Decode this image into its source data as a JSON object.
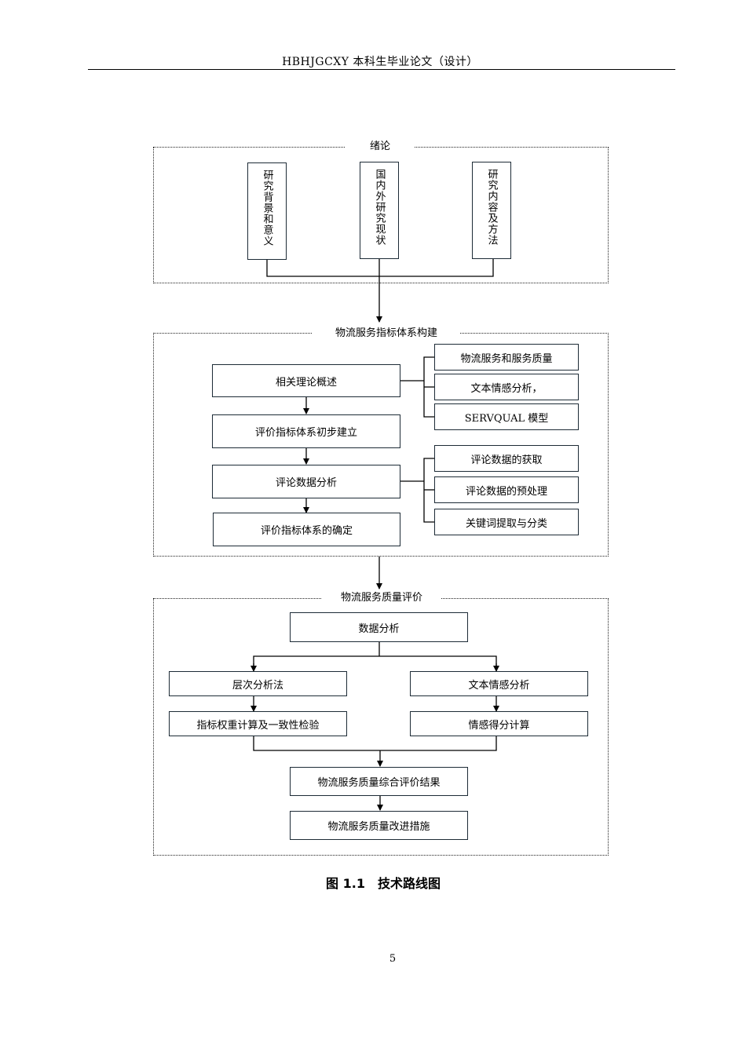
{
  "header": {
    "text": "HBHJGCXY 本科生毕业论文（设计）"
  },
  "section1": {
    "title": "绪论",
    "items": [
      "研究背景和意义",
      "国内外研究现状",
      "研究内容及方法"
    ]
  },
  "section2": {
    "title": "物流服务指标体系构建",
    "steps": [
      "相关理论概述",
      "评价指标体系初步建立",
      "评论数据分析",
      "评价指标体系的确定"
    ],
    "theory_items": [
      "物流服务和服务质量",
      "文本情感分析，",
      "SERVQUAL 模型"
    ],
    "analysis_items": [
      "评论数据的获取",
      "评论数据的预处理",
      "关键词提取与分类"
    ]
  },
  "section3": {
    "title": "物流服务质量评价",
    "top": "数据分析",
    "left_branch": [
      "层次分析法",
      "指标权重计算及一致性检验"
    ],
    "right_branch": [
      "文本情感分析",
      "情感得分计算"
    ],
    "result": "物流服务质量综合评价结果",
    "final": "物流服务质量改进措施"
  },
  "caption": {
    "number": "图 1.1",
    "title": "技术路线图"
  },
  "page_number": "5"
}
